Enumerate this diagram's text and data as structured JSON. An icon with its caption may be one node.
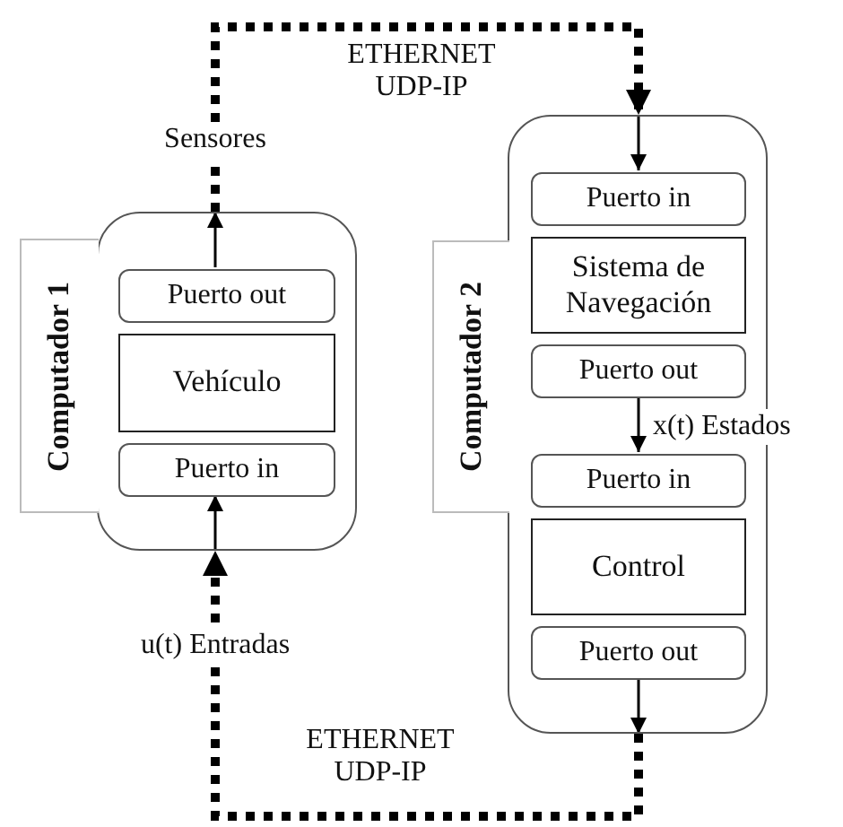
{
  "diagram": {
    "nodes": [
      {
        "text": [
          "Computador 1"
        ]
      },
      {
        "text": [
          "Puerto out"
        ],
        "in": 0
      },
      {
        "text": [
          "Vehículo"
        ],
        "in": 0
      },
      {
        "text": [
          "Puerto in"
        ],
        "in": 0
      },
      {
        "text": [
          "Computador 2"
        ]
      },
      {
        "text": [
          "Puerto in"
        ],
        "in": 4
      },
      {
        "text": [
          "Sistema de Navegación"
        ],
        "in": 4
      },
      {
        "text": [
          "Puerto out"
        ],
        "in": 4
      },
      {
        "text": [
          "Puerto in"
        ],
        "in": 4
      },
      {
        "text": [
          "Control"
        ],
        "in": 4
      },
      {
        "text": [
          "Puerto out"
        ],
        "in": 4
      }
    ],
    "edges": [
      {
        "from": 1,
        "to": 0,
        "arrow": "to"
      },
      {
        "from": 0,
        "to": 4,
        "arrow": "to",
        "style": "dashed",
        "label": "Sensores"
      },
      {
        "from": 4,
        "to": 5,
        "arrow": "to"
      },
      {
        "from": 7,
        "to": 8,
        "arrow": "to",
        "label": "x(t) Estados"
      },
      {
        "from": 10,
        "to": 4,
        "arrow": "to"
      },
      {
        "from": 4,
        "to": 0,
        "arrow": "to",
        "style": "dashed",
        "label": "u(t) Entradas"
      },
      {
        "from": 0,
        "to": 3,
        "arrow": "to"
      }
    ],
    "labels": [
      "ETHERNET UDP-IP",
      "ETHERNET UDP-IP"
    ]
  }
}
